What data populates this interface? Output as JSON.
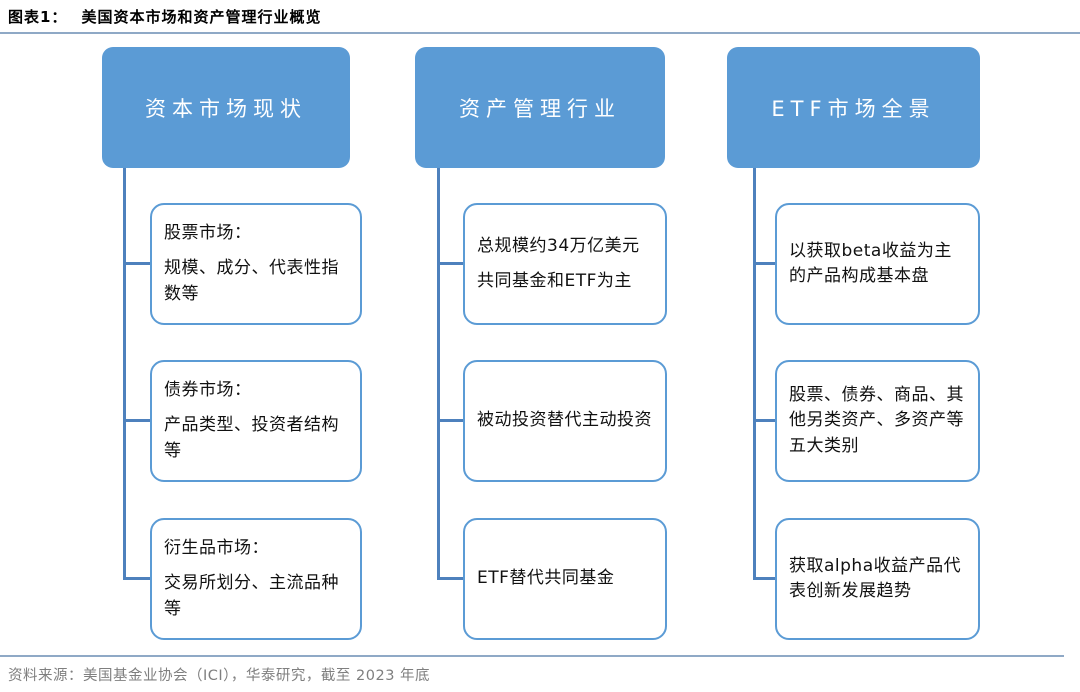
{
  "figure": {
    "label": "图表1：",
    "title": "美国资本市场和资产管理行业概览"
  },
  "columns": [
    {
      "header": "资本市场现状",
      "children": [
        {
          "heading": "股票市场：",
          "body": "规模、成分、代表性指数等"
        },
        {
          "heading": "债券市场：",
          "body": "产品类型、投资者结构等"
        },
        {
          "heading": "衍生品市场：",
          "body": "交易所划分、主流品种等"
        }
      ]
    },
    {
      "header": "资产管理行业",
      "children": [
        {
          "heading": "总规模约34万亿美元",
          "body": "共同基金和ETF为主"
        },
        {
          "heading": "",
          "body": "被动投资替代主动投资"
        },
        {
          "heading": "",
          "body": "ETF替代共同基金"
        }
      ]
    },
    {
      "header": "ETF市场全景",
      "children": [
        {
          "heading": "",
          "body": "以获取beta收益为主的产品构成基本盘"
        },
        {
          "heading": "",
          "body": "股票、债券、商品、其他另类资产、多资产等五大类别"
        },
        {
          "heading": "",
          "body": "获取alpha收益产品代表创新发展趋势"
        }
      ]
    }
  ],
  "source": "资料来源：美国基金业协会（ICI），华泰研究，截至 2023 年底",
  "colors": {
    "header_fill": "#5b9bd5",
    "child_border": "#5b9bd5",
    "connector": "#4e81bd",
    "divider": "#8fa9c6",
    "source_text": "#7f7f7f"
  }
}
